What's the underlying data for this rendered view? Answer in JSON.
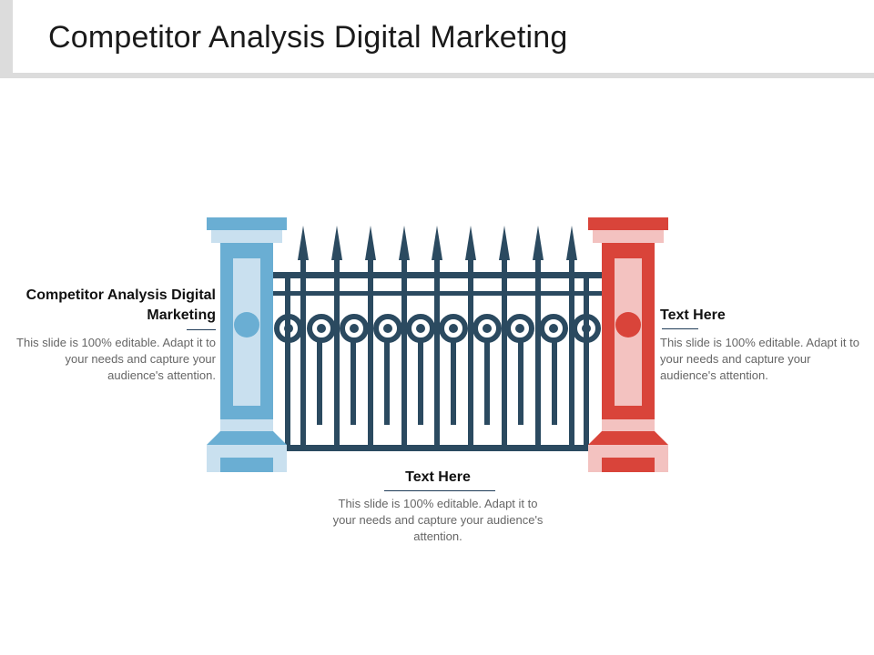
{
  "title": "Competitor Analysis Digital Marketing",
  "colors": {
    "left_pillar": "#6aaed3",
    "left_pillar_light": "#c9e0ef",
    "right_pillar": "#d9443a",
    "right_pillar_light": "#f3c2c0",
    "fence": "#2b4a60",
    "header_gray": "#dcdcdc"
  },
  "left": {
    "heading": "Competitor Analysis Digital Marketing",
    "body": "This slide is 100% editable. Adapt it to your needs and capture your audience's attention."
  },
  "right": {
    "heading": "Text Here",
    "body": "This slide is 100% editable. Adapt it to your needs and capture your audience's attention."
  },
  "bottom": {
    "heading": "Text Here",
    "body": "This slide is 100% editable. Adapt it to your needs and capture your audience's attention."
  }
}
